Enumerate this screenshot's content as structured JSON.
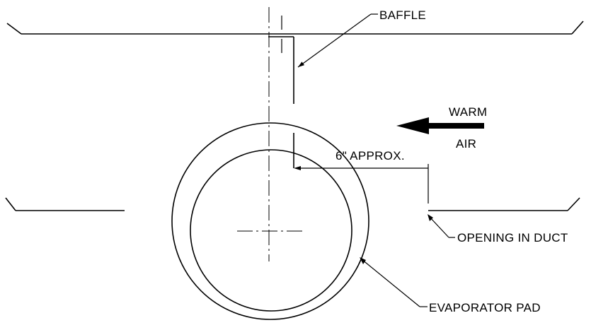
{
  "labels": {
    "baffle": "BAFFLE",
    "warm": "WARM",
    "air": "AIR",
    "dimension": "6\" APPROX.",
    "opening": "OPENING IN DUCT",
    "evaporator": "EVAPORATOR PAD"
  },
  "colors": {
    "ink": "#000000",
    "paper": "#ffffff"
  }
}
